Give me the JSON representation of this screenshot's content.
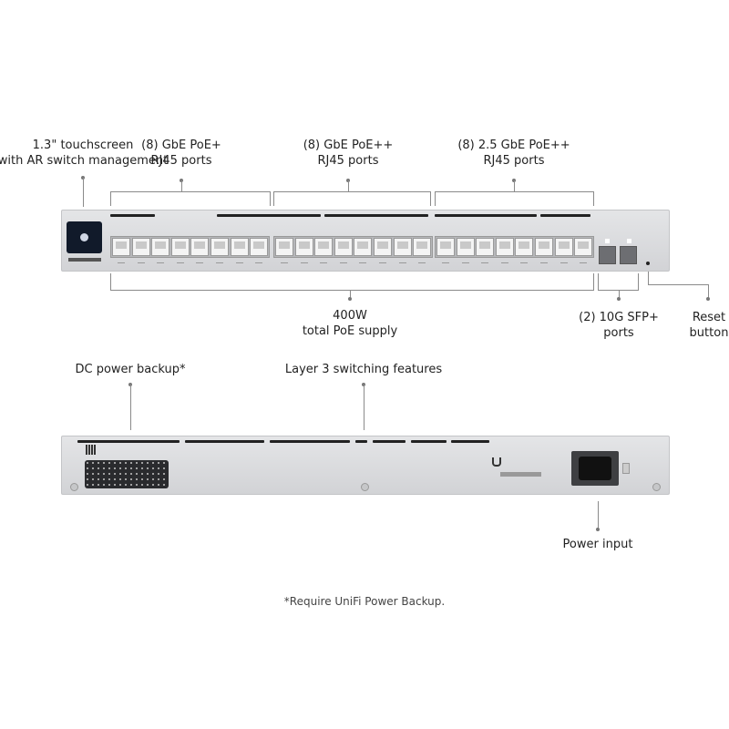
{
  "callouts": {
    "touchscreen": [
      "1.3\" touchscreen",
      "with AR switch management"
    ],
    "group1": [
      "(8) GbE PoE+",
      "RJ45 ports"
    ],
    "group2": [
      "(8) GbE PoE++",
      "RJ45 ports"
    ],
    "group3": [
      "(8) 2.5 GbE PoE++",
      "RJ45 ports"
    ],
    "poe_supply": [
      "400W",
      "total PoE supply"
    ],
    "sfp": [
      "(2) 10G SFP+",
      "ports"
    ],
    "reset": [
      "Reset",
      "button"
    ],
    "dc_backup": "DC power backup*",
    "layer3": "Layer 3 switching features",
    "power_input": "Power input"
  },
  "footnote": "*Require UniFi Power Backup.",
  "colors": {
    "panel": "#dcdde0",
    "line": "#8a8a8a",
    "screen": "#111a2a"
  }
}
